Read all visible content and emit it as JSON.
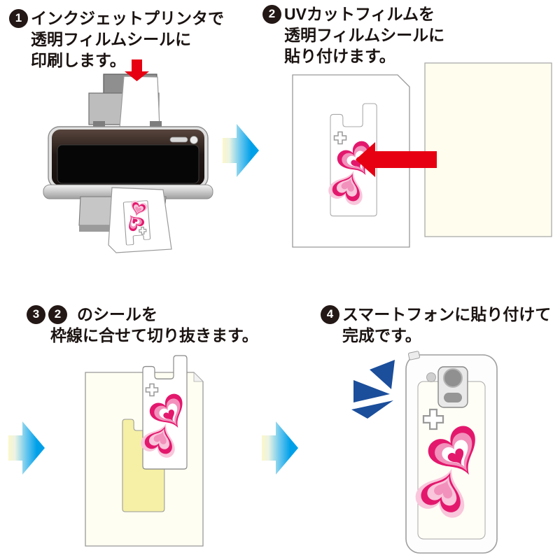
{
  "steps": [
    {
      "badges": [
        "1"
      ],
      "lines": [
        "インクジェットプリンタで",
        "透明フィルムシールに",
        "印刷します。"
      ]
    },
    {
      "badges": [
        "2"
      ],
      "lines": [
        "UVカットフィルムを",
        "透明フィルムシールに",
        "貼り付けます。"
      ]
    },
    {
      "badges": [
        "3",
        "2"
      ],
      "lines": [
        "のシールを",
        "枠線に合せて切り抜きます。"
      ]
    },
    {
      "badges": [
        "4"
      ],
      "lines": [
        "スマートフォンに貼り付けて",
        "完成です。"
      ]
    }
  ],
  "colors": {
    "badge_bg": "#231815",
    "badge_text": "#FFFFFF",
    "text": "#1A1311",
    "blue_arrow": "#00A0E9",
    "blue_arrow_tail": "#FBF6C8",
    "red_arrow": "#E60012",
    "heart_deep_pink": "#E3186D",
    "heart_mid_pink": "#F291BC",
    "heart_pale_pink": "#F9C6DB",
    "film_sheet_white": "#FFFFFF",
    "uv_film_cream": "#FFFDEE",
    "cutout_hole_yellow": "#F5F0A5",
    "sparkle_blue": "#1B4E9B",
    "printer_dark": "#231815"
  }
}
